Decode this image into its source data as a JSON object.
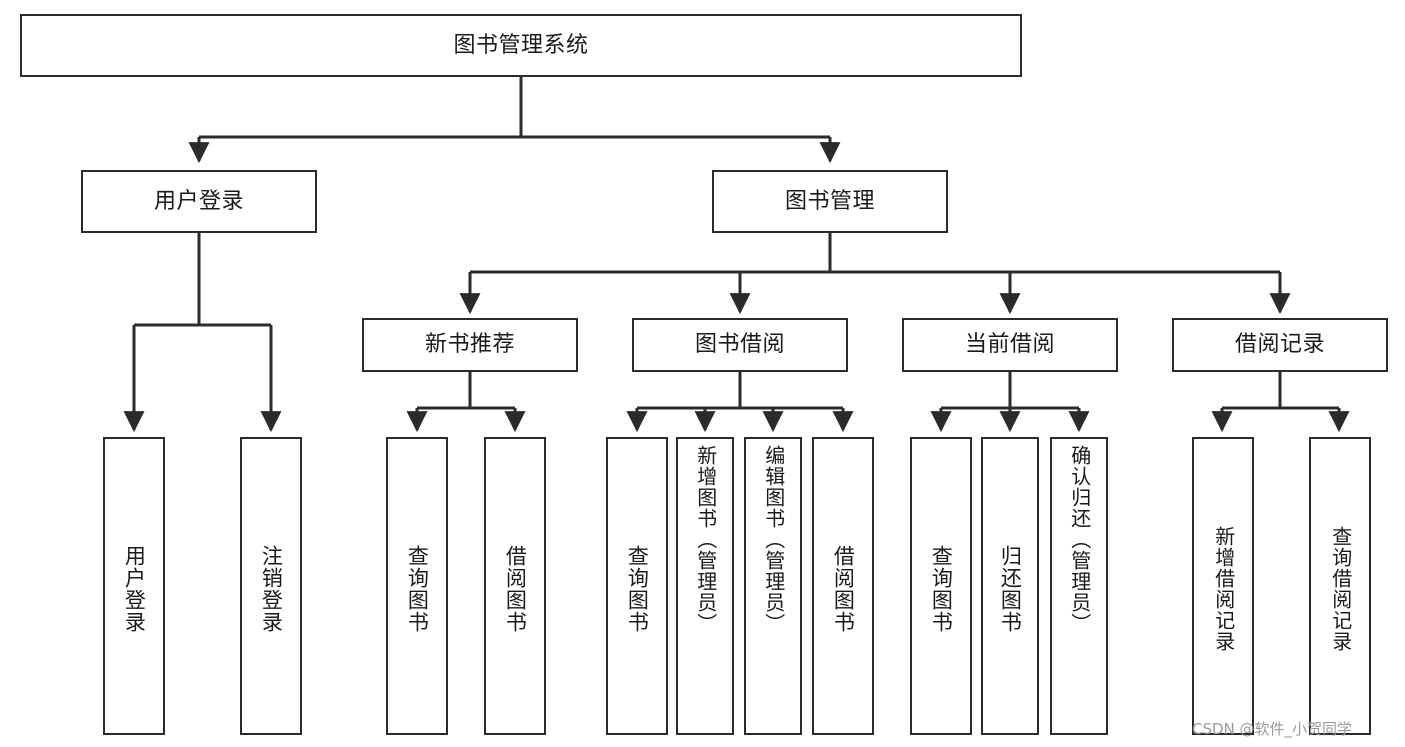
{
  "diagram": {
    "title": "图书管理系统",
    "type": "tree-hierarchy",
    "stroke_color": "#2b2b2b",
    "fill_color": "#ffffff",
    "text_color": "#1a1a1a",
    "levels": {
      "root": {
        "label": "图书管理系统"
      },
      "level2": [
        {
          "label": "用户登录"
        },
        {
          "label": "图书管理"
        }
      ],
      "level3": [
        {
          "label": "新书推荐"
        },
        {
          "label": "图书借阅"
        },
        {
          "label": "当前借阅"
        },
        {
          "label": "借阅记录"
        }
      ],
      "leaves": [
        {
          "label": "用户登录",
          "parent": "用户登录"
        },
        {
          "label": "注销登录",
          "parent": "用户登录"
        },
        {
          "label": "查询图书",
          "parent": "新书推荐"
        },
        {
          "label": "借阅图书",
          "parent": "新书推荐"
        },
        {
          "label": "查询图书",
          "parent": "图书借阅"
        },
        {
          "label": "新增图书（管理员）",
          "parent": "图书借阅"
        },
        {
          "label": "编辑图书（管理员）",
          "parent": "图书借阅"
        },
        {
          "label": "借阅图书",
          "parent": "图书借阅"
        },
        {
          "label": "查询图书",
          "parent": "当前借阅"
        },
        {
          "label": "归还图书",
          "parent": "当前借阅"
        },
        {
          "label": "确认归还（管理员）",
          "parent": "当前借阅"
        },
        {
          "label": "新增借阅记录",
          "parent": "借阅记录"
        },
        {
          "label": "查询借阅记录",
          "parent": "借阅记录"
        }
      ]
    }
  },
  "watermark": {
    "text": "CSDN @软件_小贺同学",
    "color": "#9a9a9a"
  }
}
